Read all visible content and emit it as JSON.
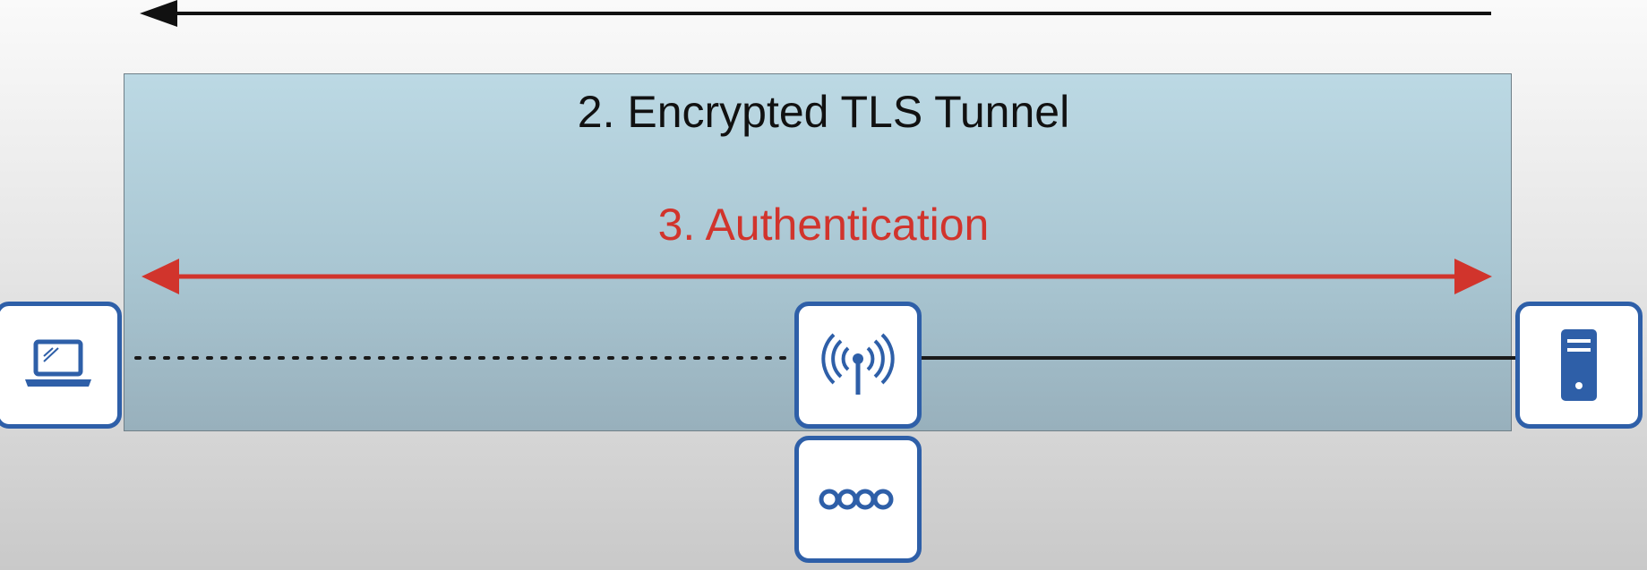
{
  "diagram": {
    "tunnel_title": "2. Encrypted TLS Tunnel",
    "auth_label": "3. Authentication",
    "colors": {
      "tunnel_fill": "#b0ccd8",
      "auth": "#d1342c",
      "device_border": "#2e5fa8",
      "icon": "#2e5fa8",
      "top_arrow": "#111111"
    },
    "devices": [
      {
        "id": "laptop",
        "icon": "laptop-icon"
      },
      {
        "id": "ap",
        "icon": "wireless-access-point-icon"
      },
      {
        "id": "controller",
        "icon": "wlc-controller-icon"
      },
      {
        "id": "server",
        "icon": "server-icon"
      }
    ],
    "links": [
      {
        "from": "laptop",
        "to": "ap",
        "style": "dotted"
      },
      {
        "from": "ap",
        "to": "server",
        "style": "solid"
      }
    ]
  }
}
